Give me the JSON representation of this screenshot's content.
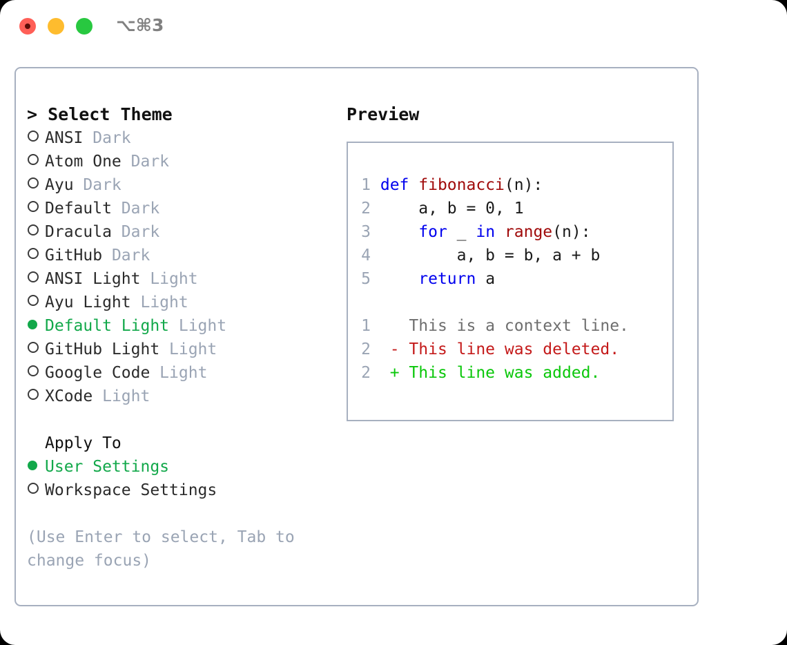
{
  "window": {
    "shortcut_label": "⌥⌘3",
    "traffic_lights": [
      {
        "name": "close",
        "color": "#ff5f57"
      },
      {
        "name": "minimize",
        "color": "#febc2e"
      },
      {
        "name": "maximize",
        "color": "#28c840"
      }
    ]
  },
  "colors": {
    "selected_green": "#12a84a",
    "muted_gray": "#9aa4b4",
    "border": "#a7b0c0",
    "keyword_blue": "#0000ee",
    "function_red": "#a00b0b",
    "diff_add_green": "#0ac70a",
    "diff_del_red": "#c41a1a",
    "diff_context_gray": "#6e6e6e"
  },
  "theme_picker": {
    "header": "> Select Theme",
    "options": [
      {
        "marker": "○",
        "name": "ANSI",
        "suffix": "Dark",
        "selected": false
      },
      {
        "marker": "○",
        "name": "Atom One",
        "suffix": "Dark",
        "selected": false
      },
      {
        "marker": "○",
        "name": "Ayu",
        "suffix": "Dark",
        "selected": false
      },
      {
        "marker": "○",
        "name": "Default",
        "suffix": "Dark",
        "selected": false
      },
      {
        "marker": "○",
        "name": "Dracula",
        "suffix": "Dark",
        "selected": false
      },
      {
        "marker": "○",
        "name": "GitHub",
        "suffix": "Dark",
        "selected": false
      },
      {
        "marker": "○",
        "name": "ANSI Light",
        "suffix": "Light",
        "selected": false
      },
      {
        "marker": "○",
        "name": "Ayu Light",
        "suffix": "Light",
        "selected": false
      },
      {
        "marker": "●",
        "name": "Default Light",
        "suffix": "Light",
        "selected": true
      },
      {
        "marker": "○",
        "name": "GitHub Light",
        "suffix": "Light",
        "selected": false
      },
      {
        "marker": "○",
        "name": "Google Code",
        "suffix": "Light",
        "selected": false
      },
      {
        "marker": "○",
        "name": "XCode",
        "suffix": "Light",
        "selected": false
      }
    ]
  },
  "apply_to": {
    "title": "Apply To",
    "options": [
      {
        "marker": "●",
        "name": "User Settings",
        "selected": true
      },
      {
        "marker": "○",
        "name": "Workspace Settings",
        "selected": false
      }
    ]
  },
  "hint": {
    "line1": "(Use Enter to select, Tab to",
    "line2": "change focus)"
  },
  "preview": {
    "header": "Preview",
    "code_lines": [
      {
        "no": "1",
        "tokens": [
          {
            "t": "def ",
            "c": "kw"
          },
          {
            "t": "fibonacci",
            "c": "fn"
          },
          {
            "t": "(n):",
            "c": "pl"
          }
        ]
      },
      {
        "no": "2",
        "tokens": [
          {
            "t": "    a, b = 0, 1",
            "c": "pl"
          }
        ]
      },
      {
        "no": "3",
        "tokens": [
          {
            "t": "    ",
            "c": "pl"
          },
          {
            "t": "for",
            "c": "kw"
          },
          {
            "t": " _ ",
            "c": "pl"
          },
          {
            "t": "in",
            "c": "kw"
          },
          {
            "t": " ",
            "c": "pl"
          },
          {
            "t": "range",
            "c": "fn"
          },
          {
            "t": "(n):",
            "c": "pl"
          }
        ]
      },
      {
        "no": "4",
        "tokens": [
          {
            "t": "        a, b = b, a + b",
            "c": "pl"
          }
        ]
      },
      {
        "no": "5",
        "tokens": [
          {
            "t": "    ",
            "c": "pl"
          },
          {
            "t": "return",
            "c": "kw"
          },
          {
            "t": " a",
            "c": "pl"
          }
        ]
      }
    ],
    "diff_lines": [
      {
        "no": "1",
        "text": "  This is a context line.",
        "kind": "ctx"
      },
      {
        "no": "2",
        "text": "- This line was deleted.",
        "kind": "del"
      },
      {
        "no": "2",
        "text": "+ This line was added.",
        "kind": "add"
      }
    ]
  }
}
